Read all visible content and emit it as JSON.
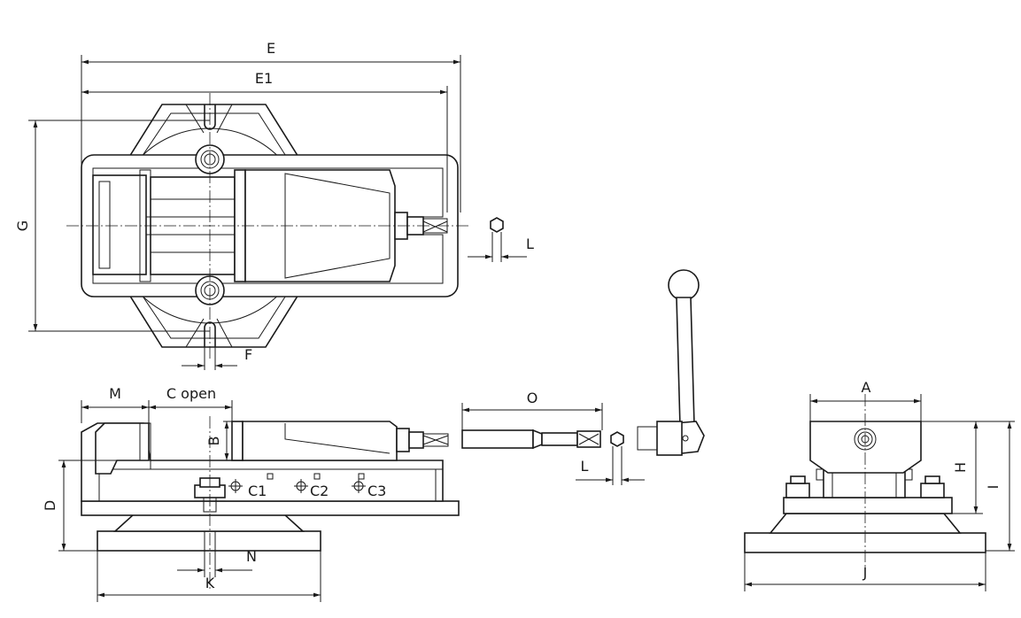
{
  "labels": {
    "E": "E",
    "E1": "E1",
    "G": "G",
    "F": "F",
    "L_top": "L",
    "M": "M",
    "C_open": "C open",
    "B": "B",
    "C1": "C1",
    "C2": "C2",
    "C3": "C3",
    "D": "D",
    "N": "N",
    "K": "K",
    "O": "O",
    "L_handle": "L",
    "A": "A",
    "H": "H",
    "I": "I",
    "J": "J"
  }
}
